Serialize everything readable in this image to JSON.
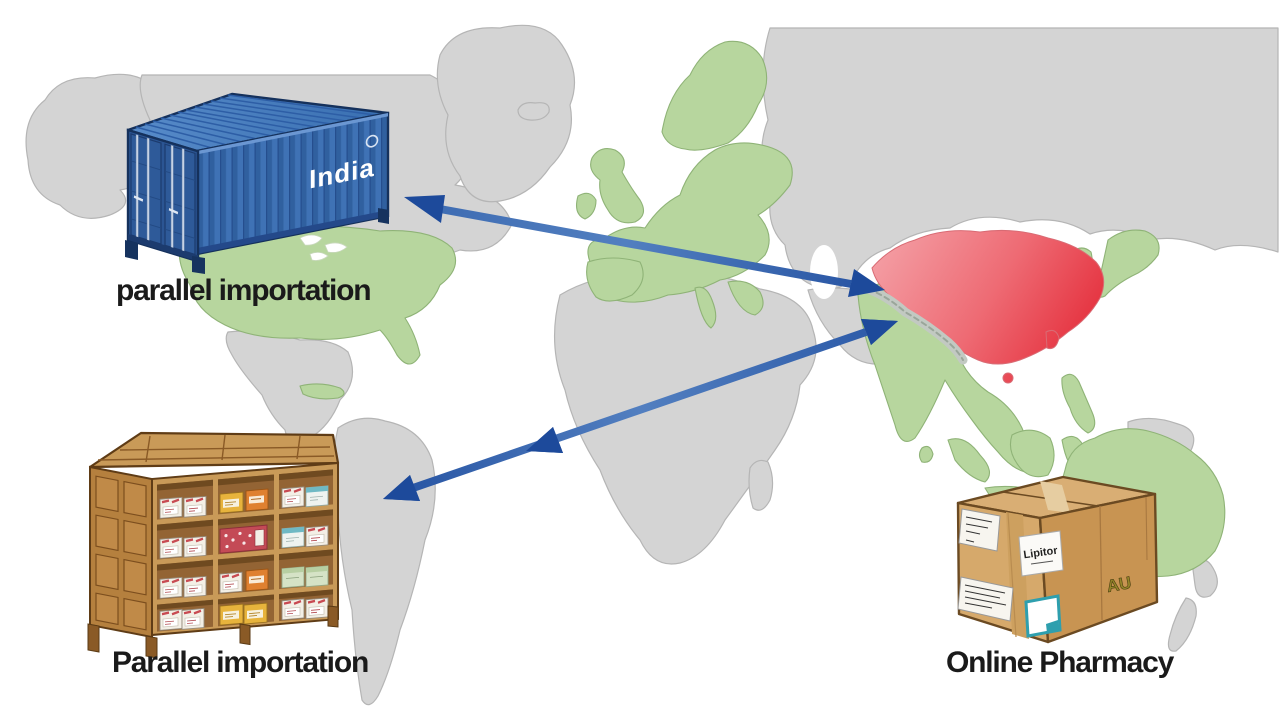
{
  "illustration": {
    "captions": {
      "container": "parallel importation",
      "shelf": "Parallel importation",
      "box": "Online Pharmacy"
    },
    "container": {
      "side_label": "India"
    },
    "box": {
      "brand_label": "Lipitor",
      "side_mark": "AU"
    },
    "colors": {
      "background": "#ffffff",
      "map_base": "#d4d4d4",
      "map_outline": "#b5b5b5",
      "map_highlight_green": "#b7d69e",
      "map_green_outline": "#8fb377",
      "map_highlight_red_light": "#f4a0a6",
      "map_highlight_red_dark": "#e5323f",
      "arrow_blue": "#3a6cb4",
      "arrow_head_blue": "#1d4a9b",
      "container_blue": "#35669f",
      "container_outline_navy": "#15315c",
      "wood_brown": "#c99a58",
      "wood_dark": "#5f3c16",
      "cardboard_tan": "#d9ae74",
      "label_teal": "#2e9fae",
      "medicine_box_palette": [
        "#f3efe6",
        "#e7b33c",
        "#df8030",
        "#c44a56",
        "#6fb9c4",
        "#d5e3c6"
      ],
      "caption_text": "#1a1a1a"
    },
    "icons": {
      "map": "world-map",
      "arrows": [
        "container-trade-arrow",
        "india-to-south-america-arrow"
      ],
      "objects": [
        "shipping-container",
        "pharmacy-shelf",
        "cardboard-parcel"
      ],
      "box_labels": [
        "address-label",
        "brand-label",
        "shipping-label",
        "teal-customs-label"
      ]
    }
  }
}
